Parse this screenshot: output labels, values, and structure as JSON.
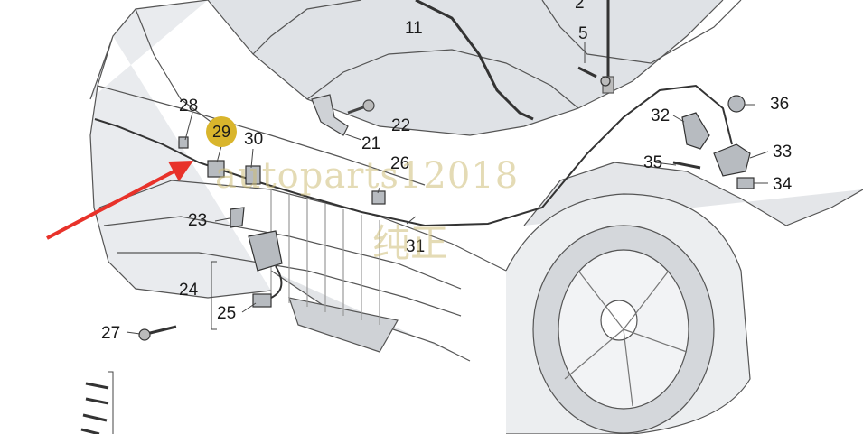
{
  "callouts": [
    {
      "id": "2",
      "text": "2"
    },
    {
      "id": "5",
      "text": "5"
    },
    {
      "id": "11",
      "text": "11"
    },
    {
      "id": "21",
      "text": "21"
    },
    {
      "id": "22",
      "text": "22"
    },
    {
      "id": "23",
      "text": "23"
    },
    {
      "id": "24",
      "text": "24"
    },
    {
      "id": "25",
      "text": "25"
    },
    {
      "id": "26",
      "text": "26"
    },
    {
      "id": "27",
      "text": "27"
    },
    {
      "id": "28",
      "text": "28"
    },
    {
      "id": "29",
      "text": "29",
      "highlighted": true
    },
    {
      "id": "30",
      "text": "30"
    },
    {
      "id": "31",
      "text": "31"
    },
    {
      "id": "32",
      "text": "32"
    },
    {
      "id": "33",
      "text": "33"
    },
    {
      "id": "34",
      "text": "34"
    },
    {
      "id": "35",
      "text": "35"
    },
    {
      "id": "36",
      "text": "36"
    }
  ],
  "watermark": {
    "line1": "autoparts12018",
    "line2": "纯正"
  },
  "colors": {
    "highlight": "#d9b52c",
    "arrow": "#e8322a",
    "line_art": "#3a3a3a",
    "shade": "#cfd2d6"
  }
}
